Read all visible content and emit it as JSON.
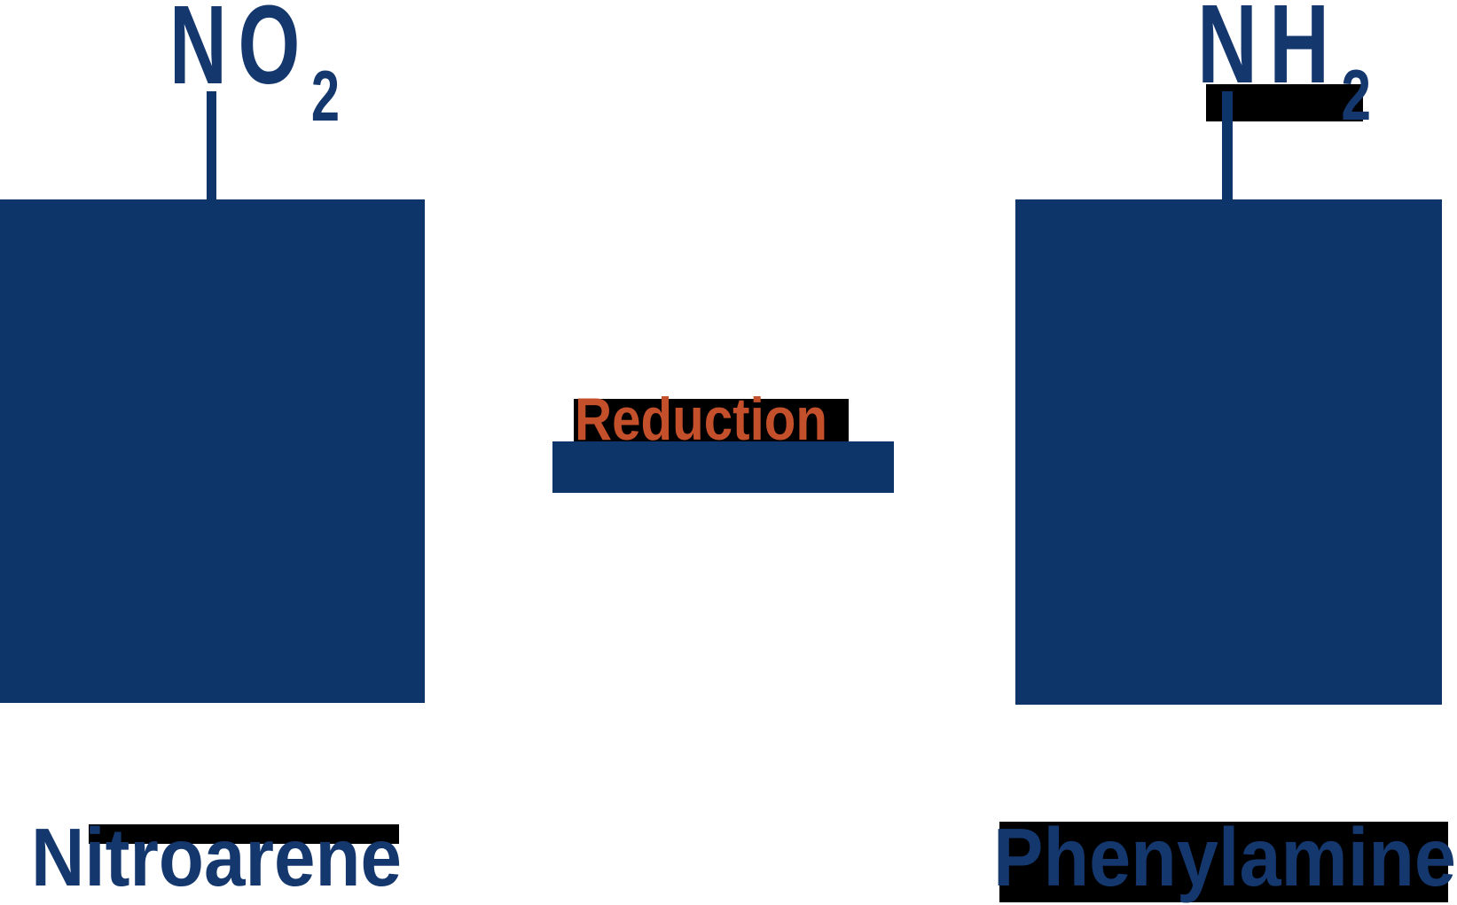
{
  "diagram": {
    "type": "chemical-reaction",
    "background": "#ffffff",
    "colors": {
      "shape_navy": "#0D3569",
      "text_navy": "#14376E",
      "arrow_label_orange": "#C4502B",
      "highlight_black": "#000000"
    },
    "reaction": {
      "reactant": {
        "substituent": "NO",
        "substituent_subscript": "2",
        "name": "Nitroarene"
      },
      "arrow_label": "Reduction",
      "product": {
        "substituent": "NH",
        "substituent_subscript": "2",
        "name": "Phenylamine"
      }
    }
  }
}
